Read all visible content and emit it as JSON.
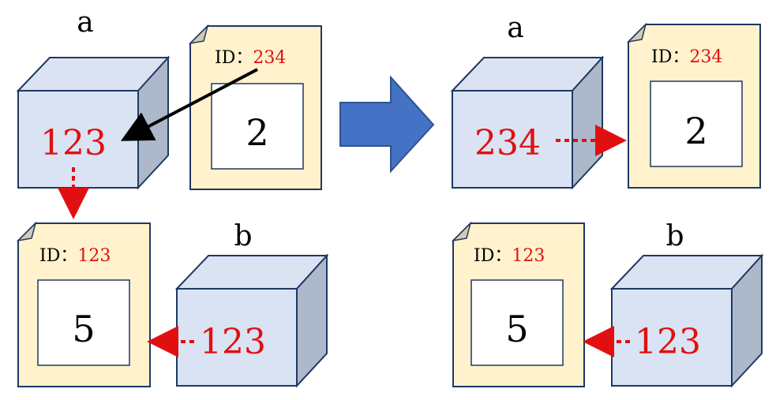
{
  "colors": {
    "cube_front": "#dae3f3",
    "cube_top": "#dbe3f3",
    "cube_side": "#adb9ca",
    "cube_stroke": "#1f3864",
    "doc_fill": "#fff2cc",
    "doc_fold": "#d6cbb0",
    "red": "#e01010",
    "black": "#000000",
    "big_arrow": "#4472c4",
    "big_arrow_stroke": "#2f528f"
  },
  "before": {
    "label_a": "a",
    "label_b": "b",
    "cube_a_value": "123",
    "doc_a_id_prefix": "ID：",
    "doc_a_id_value": "234",
    "doc_a_content": "2",
    "doc_b_id_prefix": "ID：",
    "doc_b_id_value": "123",
    "doc_b_content": "5",
    "cube_b_value": "123"
  },
  "after": {
    "label_a": "a",
    "label_b": "b",
    "cube_a_value": "234",
    "doc_a_id_prefix": "ID：",
    "doc_a_id_value": "234",
    "doc_a_content": "2",
    "doc_b_id_prefix": "ID：",
    "doc_b_id_value": "123",
    "doc_b_content": "5",
    "cube_b_value": "123"
  }
}
